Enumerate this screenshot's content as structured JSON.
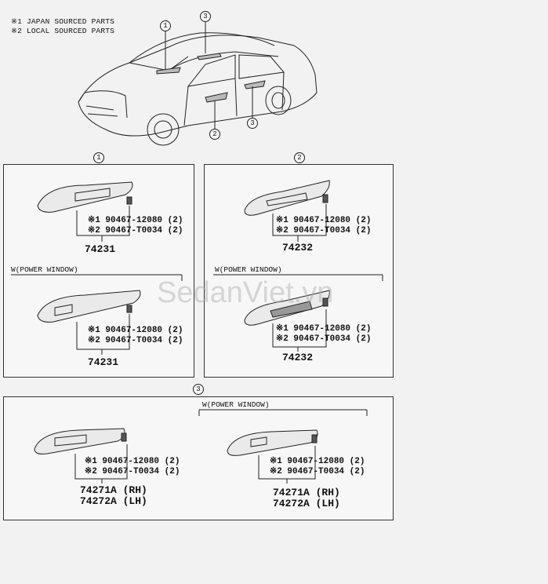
{
  "legend": {
    "line1": "※1 JAPAN SOURCED PARTS",
    "line2": "※2 LOCAL SOURCED PARTS"
  },
  "callouts": {
    "one": "1",
    "two": "2",
    "three": "3"
  },
  "power_window_label": "W(POWER WINDOW)",
  "screw_parts": {
    "s1_left": "※1 90467-12080 (2)",
    "s2_left": "※2 90467-T0034 (2)",
    "s1_left_b": "※1 90467-12080 (2)",
    "s2_left_b": "※2 90467-T0034 (2)",
    "s1_right": "※1 90467-12080 (2)",
    "s2_right": "※2 90467-T0034 (2)",
    "s1_right_b": "※1 90467-12080 (2)",
    "s2_right_b": "※2 90467-T0034 (2)",
    "s1_bottom_a": "※1 90467-12080 (2)",
    "s2_bottom_a": "※2 90467-T0034 (2)",
    "s1_bottom_b": "※1 90467-12080 (2)",
    "s2_bottom_b": "※2 90467-T0034 (2)"
  },
  "part_numbers": {
    "p74231": "74231",
    "p74232": "74232",
    "p74271": "74271A (RH)",
    "p74272": "74272A (LH)"
  },
  "watermark": "SedanViet.vn"
}
